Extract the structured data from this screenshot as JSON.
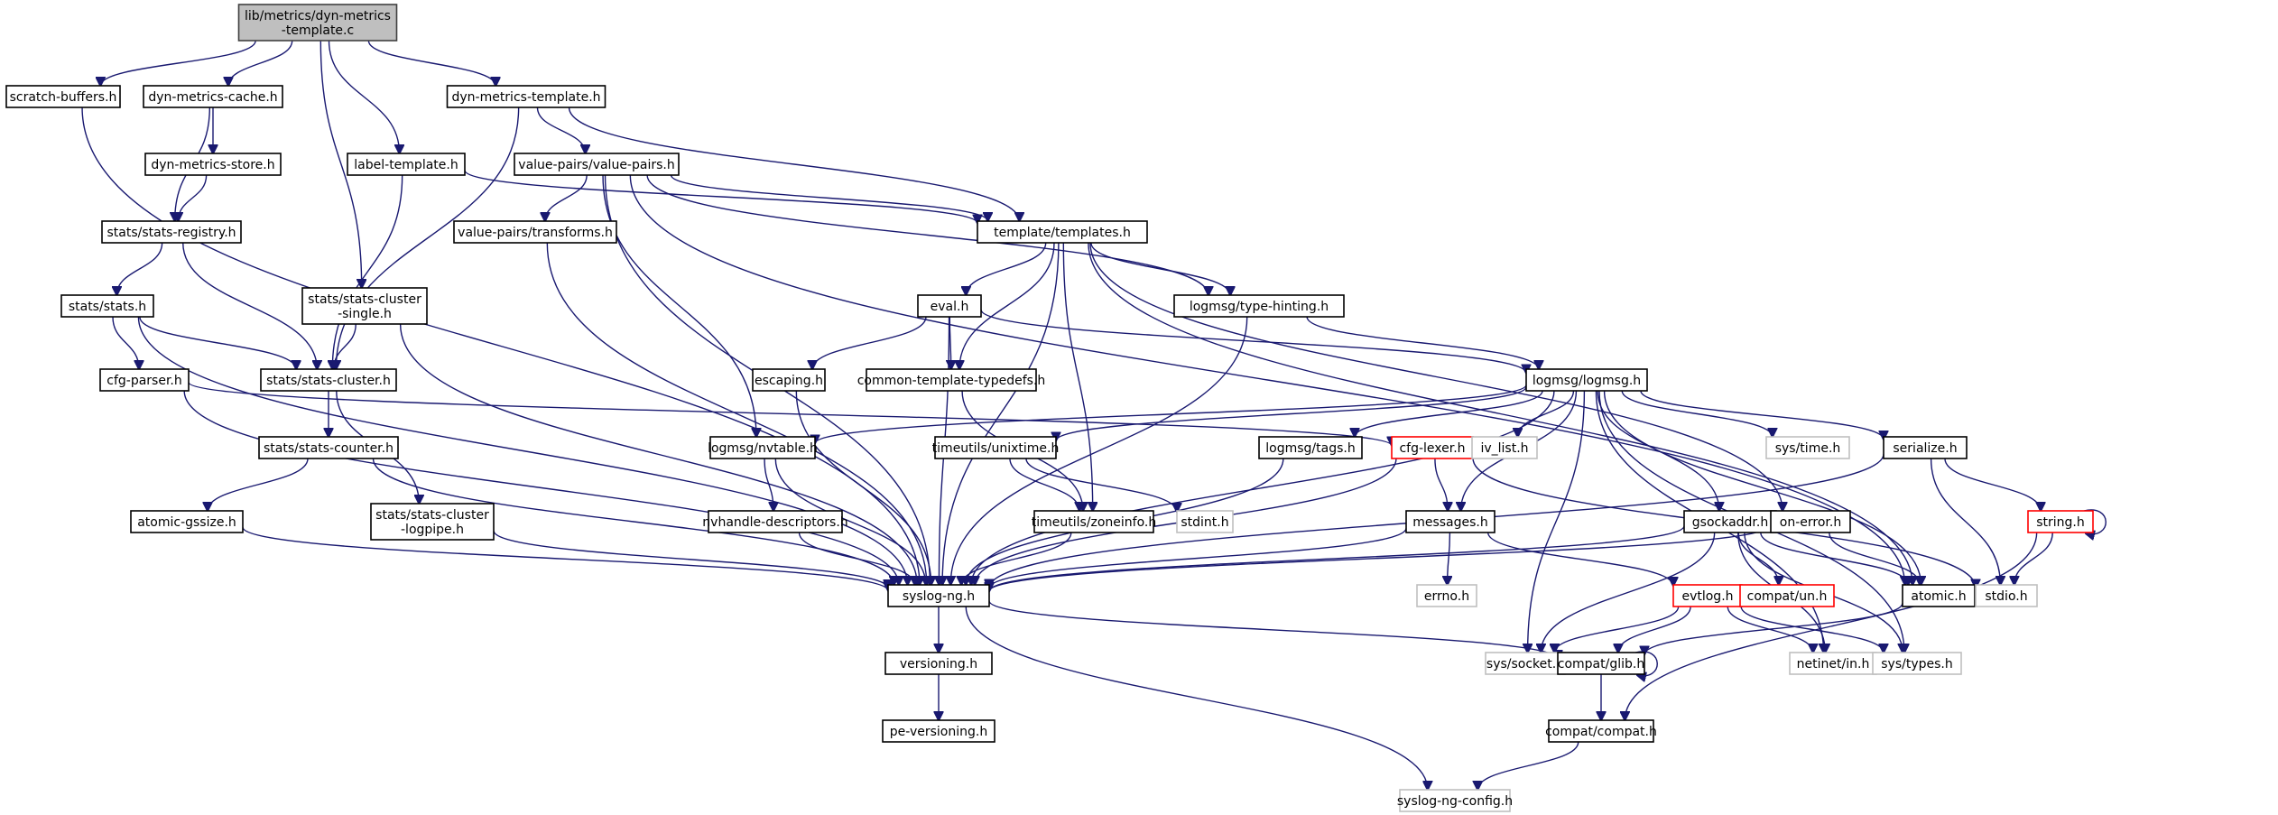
{
  "title": "Include dependency graph for lib/metrics/dyn-metrics-template.c",
  "colors": {
    "edge": "#191970",
    "root_fill": "#bfbfbf",
    "node_border": "#000000",
    "missing_border": "#bfbfbf",
    "truncated_border": "#ff0000"
  },
  "nodes": [
    {
      "id": "root",
      "label": [
        "lib/metrics/dyn-metrics",
        "-template.c"
      ],
      "kind": "root"
    },
    {
      "id": "scratch",
      "label": [
        "scratch-buffers.h"
      ],
      "kind": "normal"
    },
    {
      "id": "dmcache",
      "label": [
        "dyn-metrics-cache.h"
      ],
      "kind": "normal"
    },
    {
      "id": "dmtemplate",
      "label": [
        "dyn-metrics-template.h"
      ],
      "kind": "normal"
    },
    {
      "id": "dmstore",
      "label": [
        "dyn-metrics-store.h"
      ],
      "kind": "normal"
    },
    {
      "id": "labeltpl",
      "label": [
        "label-template.h"
      ],
      "kind": "normal"
    },
    {
      "id": "vp",
      "label": [
        "value-pairs/value-pairs.h"
      ],
      "kind": "normal"
    },
    {
      "id": "statsreg",
      "label": [
        "stats/stats-registry.h"
      ],
      "kind": "normal"
    },
    {
      "id": "vptrans",
      "label": [
        "value-pairs/transforms.h"
      ],
      "kind": "normal"
    },
    {
      "id": "templates",
      "label": [
        "template/templates.h"
      ],
      "kind": "normal"
    },
    {
      "id": "stats",
      "label": [
        "stats/stats.h"
      ],
      "kind": "normal"
    },
    {
      "id": "scsingle",
      "label": [
        "stats/stats-cluster",
        "-single.h"
      ],
      "kind": "normal"
    },
    {
      "id": "eval",
      "label": [
        "eval.h"
      ],
      "kind": "normal"
    },
    {
      "id": "typehint",
      "label": [
        "logmsg/type-hinting.h"
      ],
      "kind": "normal"
    },
    {
      "id": "cfgparser",
      "label": [
        "cfg-parser.h"
      ],
      "kind": "normal"
    },
    {
      "id": "scluster",
      "label": [
        "stats/stats-cluster.h"
      ],
      "kind": "normal"
    },
    {
      "id": "escaping",
      "label": [
        "escaping.h"
      ],
      "kind": "normal"
    },
    {
      "id": "ctt",
      "label": [
        "common-template-typedefs.h"
      ],
      "kind": "normal"
    },
    {
      "id": "logmsg",
      "label": [
        "logmsg/logmsg.h"
      ],
      "kind": "normal"
    },
    {
      "id": "scounter",
      "label": [
        "stats/stats-counter.h"
      ],
      "kind": "normal"
    },
    {
      "id": "nvtable",
      "label": [
        "logmsg/nvtable.h"
      ],
      "kind": "normal"
    },
    {
      "id": "unixtime",
      "label": [
        "timeutils/unixtime.h"
      ],
      "kind": "normal"
    },
    {
      "id": "tags",
      "label": [
        "logmsg/tags.h"
      ],
      "kind": "normal"
    },
    {
      "id": "cfglexer",
      "label": [
        "cfg-lexer.h"
      ],
      "kind": "truncated"
    },
    {
      "id": "ivlist",
      "label": [
        "iv_list.h"
      ],
      "kind": "missing"
    },
    {
      "id": "systime",
      "label": [
        "sys/time.h"
      ],
      "kind": "missing"
    },
    {
      "id": "serialize",
      "label": [
        "serialize.h"
      ],
      "kind": "normal"
    },
    {
      "id": "sclogpipe",
      "label": [
        "stats/stats-cluster",
        "-logpipe.h"
      ],
      "kind": "normal"
    },
    {
      "id": "atomicgs",
      "label": [
        "atomic-gssize.h"
      ],
      "kind": "normal"
    },
    {
      "id": "nvhandle",
      "label": [
        "nvhandle-descriptors.h"
      ],
      "kind": "normal"
    },
    {
      "id": "zoneinfo",
      "label": [
        "timeutils/zoneinfo.h"
      ],
      "kind": "normal"
    },
    {
      "id": "stdint",
      "label": [
        "stdint.h"
      ],
      "kind": "missing"
    },
    {
      "id": "messages",
      "label": [
        "messages.h"
      ],
      "kind": "normal"
    },
    {
      "id": "gsockaddr",
      "label": [
        "gsockaddr.h"
      ],
      "kind": "normal"
    },
    {
      "id": "onerror",
      "label": [
        "on-error.h"
      ],
      "kind": "normal"
    },
    {
      "id": "string",
      "label": [
        "string.h"
      ],
      "kind": "truncated"
    },
    {
      "id": "syslogng",
      "label": [
        "syslog-ng.h"
      ],
      "kind": "normal"
    },
    {
      "id": "errno",
      "label": [
        "errno.h"
      ],
      "kind": "missing"
    },
    {
      "id": "evtlog",
      "label": [
        "evtlog.h"
      ],
      "kind": "truncated"
    },
    {
      "id": "compatun",
      "label": [
        "compat/un.h"
      ],
      "kind": "truncated"
    },
    {
      "id": "atomic",
      "label": [
        "atomic.h"
      ],
      "kind": "normal"
    },
    {
      "id": "stdio",
      "label": [
        "stdio.h"
      ],
      "kind": "missing"
    },
    {
      "id": "versioning",
      "label": [
        "versioning.h"
      ],
      "kind": "normal"
    },
    {
      "id": "syssocket",
      "label": [
        "sys/socket.h"
      ],
      "kind": "missing"
    },
    {
      "id": "glib",
      "label": [
        "compat/glib.h"
      ],
      "kind": "normal"
    },
    {
      "id": "netinet",
      "label": [
        "netinet/in.h"
      ],
      "kind": "missing"
    },
    {
      "id": "systypes",
      "label": [
        "sys/types.h"
      ],
      "kind": "missing"
    },
    {
      "id": "peversioning",
      "label": [
        "pe-versioning.h"
      ],
      "kind": "normal"
    },
    {
      "id": "compat",
      "label": [
        "compat/compat.h"
      ],
      "kind": "normal"
    },
    {
      "id": "config",
      "label": [
        "syslog-ng-config.h"
      ],
      "kind": "missing"
    }
  ],
  "edges": [
    [
      "root",
      "scratch"
    ],
    [
      "root",
      "dmcache"
    ],
    [
      "root",
      "dmtemplate"
    ],
    [
      "root",
      "labeltpl"
    ],
    [
      "root",
      "scsingle"
    ],
    [
      "dmcache",
      "dmstore"
    ],
    [
      "dmcache",
      "statsreg"
    ],
    [
      "dmstore",
      "statsreg"
    ],
    [
      "dmtemplate",
      "vp"
    ],
    [
      "dmtemplate",
      "templates"
    ],
    [
      "dmtemplate",
      "scluster"
    ],
    [
      "labeltpl",
      "templates"
    ],
    [
      "labeltpl",
      "scluster"
    ],
    [
      "vp",
      "vptrans"
    ],
    [
      "vp",
      "templates"
    ],
    [
      "vp",
      "typehint"
    ],
    [
      "vp",
      "nvtable"
    ],
    [
      "vp",
      "syslogng"
    ],
    [
      "vp",
      "atomic"
    ],
    [
      "statsreg",
      "stats"
    ],
    [
      "statsreg",
      "scluster"
    ],
    [
      "scratch",
      "syslogng"
    ],
    [
      "vptrans",
      "syslogng"
    ],
    [
      "templates",
      "eval"
    ],
    [
      "templates",
      "ctt"
    ],
    [
      "templates",
      "typehint"
    ],
    [
      "templates",
      "zoneinfo"
    ],
    [
      "templates",
      "syslogng"
    ],
    [
      "templates",
      "onerror"
    ],
    [
      "templates",
      "atomic"
    ],
    [
      "stats",
      "cfgparser"
    ],
    [
      "stats",
      "scluster"
    ],
    [
      "stats",
      "syslogng"
    ],
    [
      "scsingle",
      "scluster"
    ],
    [
      "scsingle",
      "syslogng"
    ],
    [
      "eval",
      "escaping"
    ],
    [
      "eval",
      "ctt"
    ],
    [
      "eval",
      "logmsg"
    ],
    [
      "eval",
      "syslogng"
    ],
    [
      "typehint",
      "logmsg"
    ],
    [
      "typehint",
      "syslogng"
    ],
    [
      "cfgparser",
      "cfglexer"
    ],
    [
      "cfgparser",
      "syslogng"
    ],
    [
      "scluster",
      "scounter"
    ],
    [
      "scluster",
      "sclogpipe"
    ],
    [
      "escaping",
      "syslogng"
    ],
    [
      "ctt",
      "zoneinfo"
    ],
    [
      "logmsg",
      "nvtable"
    ],
    [
      "logmsg",
      "unixtime"
    ],
    [
      "logmsg",
      "tags"
    ],
    [
      "logmsg",
      "ivlist"
    ],
    [
      "logmsg",
      "systime"
    ],
    [
      "logmsg",
      "serialize"
    ],
    [
      "logmsg",
      "messages"
    ],
    [
      "logmsg",
      "gsockaddr"
    ],
    [
      "logmsg",
      "atomic"
    ],
    [
      "logmsg",
      "syslogng"
    ],
    [
      "logmsg",
      "syssocket"
    ],
    [
      "logmsg",
      "systypes"
    ],
    [
      "logmsg",
      "netinet"
    ],
    [
      "scounter",
      "atomicgs"
    ],
    [
      "scounter",
      "syslogng"
    ],
    [
      "nvtable",
      "nvhandle"
    ],
    [
      "nvtable",
      "syslogng"
    ],
    [
      "unixtime",
      "zoneinfo"
    ],
    [
      "unixtime",
      "stdint"
    ],
    [
      "tags",
      "syslogng"
    ],
    [
      "cfglexer",
      "messages"
    ],
    [
      "cfglexer",
      "syslogng"
    ],
    [
      "cfglexer",
      "stdio"
    ],
    [
      "serialize",
      "string"
    ],
    [
      "serialize",
      "stdio"
    ],
    [
      "serialize",
      "syslogng"
    ],
    [
      "sclogpipe",
      "syslogng"
    ],
    [
      "atomicgs",
      "syslogng"
    ],
    [
      "nvhandle",
      "syslogng"
    ],
    [
      "zoneinfo",
      "syslogng"
    ],
    [
      "messages",
      "errno"
    ],
    [
      "messages",
      "evtlog"
    ],
    [
      "messages",
      "syslogng"
    ],
    [
      "gsockaddr",
      "compatun"
    ],
    [
      "gsockaddr",
      "atomic"
    ],
    [
      "gsockaddr",
      "syssocket"
    ],
    [
      "gsockaddr",
      "netinet"
    ],
    [
      "gsockaddr",
      "systypes"
    ],
    [
      "gsockaddr",
      "syslogng"
    ],
    [
      "onerror",
      "atomic"
    ],
    [
      "onerror",
      "syslogng"
    ],
    [
      "string",
      "string"
    ],
    [
      "string",
      "stdio"
    ],
    [
      "string",
      "compat"
    ],
    [
      "syslogng",
      "versioning"
    ],
    [
      "syslogng",
      "glib"
    ],
    [
      "syslogng",
      "config"
    ],
    [
      "evtlog",
      "syssocket"
    ],
    [
      "evtlog",
      "glib"
    ],
    [
      "evtlog",
      "netinet"
    ],
    [
      "evtlog",
      "systypes"
    ],
    [
      "atomic",
      "glib"
    ],
    [
      "versioning",
      "peversioning"
    ],
    [
      "glib",
      "glib"
    ],
    [
      "glib",
      "compat"
    ],
    [
      "compat",
      "config"
    ]
  ]
}
